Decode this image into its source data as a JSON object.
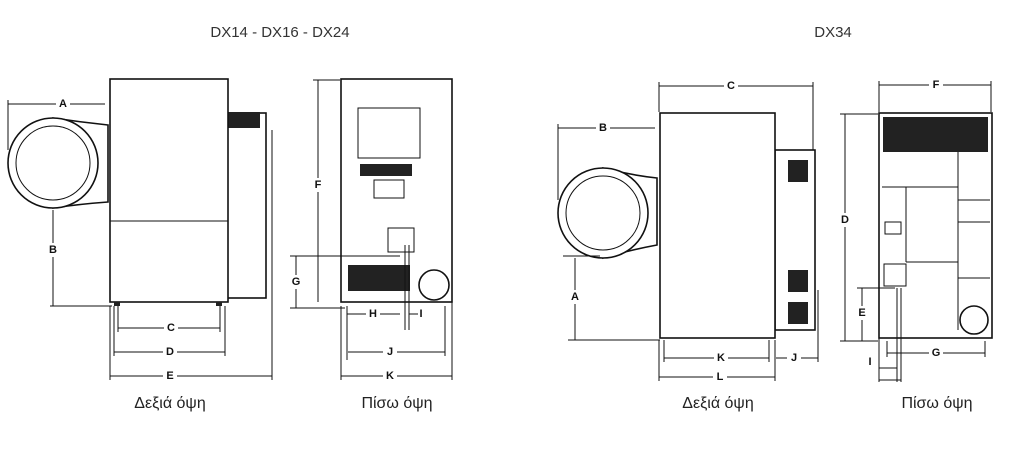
{
  "groups": [
    {
      "title": "DX14 - DX16 - DX24",
      "views": [
        "Δεξιά όψη",
        "Πίσω όψη"
      ],
      "side_dims": [
        "A",
        "B",
        "C",
        "D",
        "E"
      ],
      "rear_dims": [
        "F",
        "G",
        "H",
        "I",
        "J",
        "K"
      ]
    },
    {
      "title": "DX34",
      "views": [
        "Δεξιά όψη",
        "Πίσω όψη"
      ],
      "side_dims": [
        "A",
        "B",
        "C",
        "J",
        "K",
        "L"
      ],
      "rear_dims": [
        "D",
        "E",
        "F",
        "G",
        "I"
      ]
    }
  ]
}
